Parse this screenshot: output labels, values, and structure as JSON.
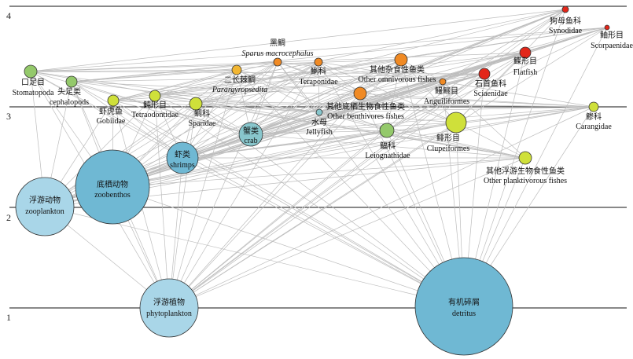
{
  "levels": [
    "4",
    "3",
    "2",
    "1"
  ],
  "colors": {
    "red": "#e3271a",
    "orange": "#f08a24",
    "gold": "#f2b632",
    "yellowgreen": "#cfe03a",
    "green": "#94c96b",
    "teal": "#88c6cc",
    "blue_large": "#6fb8d3",
    "blue_light": "#a9d6e8"
  },
  "nodes": [
    {
      "id": "synodidae",
      "zh": "狗母鱼科",
      "en": "Synodidae"
    },
    {
      "id": "scorpaenidae",
      "zh": "鲉形目",
      "en": "Scorpaenidae"
    },
    {
      "id": "sparus",
      "zh": "黑鲷",
      "en": "Sparus macrocephalus"
    },
    {
      "id": "flatfish",
      "zh": "鲽形目",
      "en": "Flatfish"
    },
    {
      "id": "parargyrops",
      "zh": "二长棘鲷",
      "en": "Parargyropsedita"
    },
    {
      "id": "teraponidae",
      "zh": "鯻科",
      "en": "Teraponidae"
    },
    {
      "id": "omnivorous",
      "zh": "其他杂食性鱼类",
      "en": "Other omnivorous fishes"
    },
    {
      "id": "stomatopoda",
      "zh": "口足目",
      "en": "Stomatopoda"
    },
    {
      "id": "cephalopods",
      "zh": "头足类",
      "en": "cephalopods"
    },
    {
      "id": "anguilliformes",
      "zh": "鳗鲡目",
      "en": "Anguiliformes"
    },
    {
      "id": "sciaenidae",
      "zh": "石首鱼科",
      "en": "Sciaenidae"
    },
    {
      "id": "gobiidae",
      "zh": "虾虎鱼",
      "en": "Gobiidae"
    },
    {
      "id": "tetraodontidae",
      "zh": "鲀形目",
      "en": "Tetraodontidae"
    },
    {
      "id": "sparidae",
      "zh": "鲷科",
      "en": "Sparidae"
    },
    {
      "id": "benthivores",
      "zh": "其他底栖生物食性鱼类",
      "en": "Other benthivores fishes"
    },
    {
      "id": "carangidae",
      "zh": "鲹科",
      "en": "Carangidae"
    },
    {
      "id": "jellyfish",
      "zh": "水母",
      "en": "Jellyfish"
    },
    {
      "id": "crab",
      "zh": "蟹类",
      "en": "crab"
    },
    {
      "id": "leiognathidae",
      "zh": "鲾科",
      "en": "Leiognathidae"
    },
    {
      "id": "clupeiformes",
      "zh": "鲱形目",
      "en": "Clupeiformes"
    },
    {
      "id": "shrimps",
      "zh": "虾类",
      "en": "shrimps"
    },
    {
      "id": "planktivorous",
      "zh": "其他浮游生物食性鱼类",
      "en": "Other planktivorous fishes"
    },
    {
      "id": "zoobenthos",
      "zh": "底栖动物",
      "en": "zoobenthos"
    },
    {
      "id": "zooplankton",
      "zh": "浮游动物",
      "en": "zooplankton"
    },
    {
      "id": "phytoplankton",
      "zh": "浮游植物",
      "en": "phytoplankton"
    },
    {
      "id": "detritus",
      "zh": "有机碎屑",
      "en": "detritus"
    }
  ]
}
